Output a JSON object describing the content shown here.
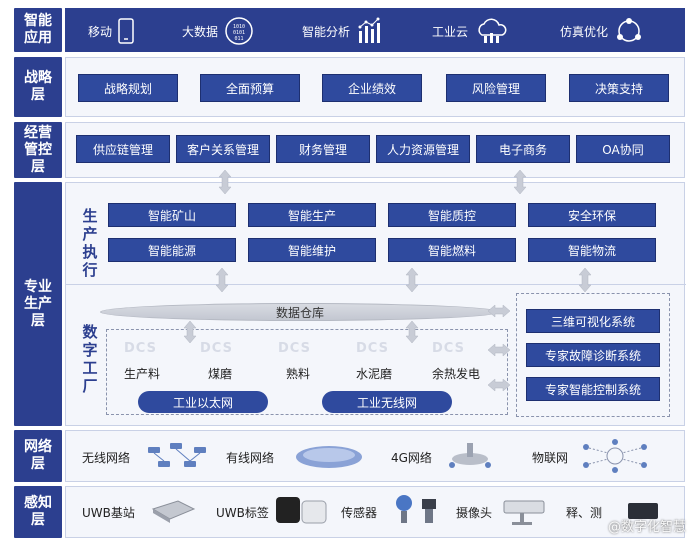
{
  "layers": {
    "smart_apps": "智能应用",
    "strategy": "战略层",
    "operations": "经营管控层",
    "production": "专业生产层",
    "network": "网络层",
    "sensing": "感知层"
  },
  "smart_apps": {
    "items": [
      {
        "label": "移动",
        "icon": "mobile-phone-icon"
      },
      {
        "label": "大数据",
        "icon": "big-data-icon"
      },
      {
        "label": "智能分析",
        "icon": "bar-analysis-icon"
      },
      {
        "label": "工业云",
        "icon": "industrial-cloud-icon"
      },
      {
        "label": "仿真优化",
        "icon": "network-cycle-icon"
      }
    ]
  },
  "strategy": {
    "items": [
      "战略规划",
      "全面预算",
      "企业绩效",
      "风险管理",
      "决策支持"
    ]
  },
  "operations": {
    "items": [
      "供应链管理",
      "客户关系管理",
      "财务管理",
      "人力资源管理",
      "电子商务",
      "OA协同"
    ]
  },
  "production": {
    "exec_label": "生产执行",
    "digital_label": "数字工厂",
    "exec_row1": [
      "智能矿山",
      "智能生产",
      "智能质控",
      "安全环保"
    ],
    "exec_row2": [
      "智能能源",
      "智能维护",
      "智能燃料",
      "智能物流"
    ],
    "warehouse": "数据仓库",
    "dcs_text": "DCS",
    "plants": [
      "生产料",
      "煤磨",
      "熟料",
      "水泥磨",
      "余热发电"
    ],
    "clouds": [
      "工业以太网",
      "工业无线网"
    ],
    "systems": [
      "三维可视化系统",
      "专家故障诊断系统",
      "专家智能控制系统"
    ]
  },
  "network": {
    "items": [
      "无线网络",
      "有线网络",
      "4G网络",
      "物联网"
    ]
  },
  "sensing": {
    "items": [
      "UWB基站",
      "UWB标签",
      "传感器",
      "摄像头"
    ],
    "partial": "释、测"
  },
  "watermark": "@数字化智慧",
  "colors": {
    "primary": "#2c3f8f",
    "panel": "#f4f6fb",
    "button": "#2f4a9e"
  }
}
